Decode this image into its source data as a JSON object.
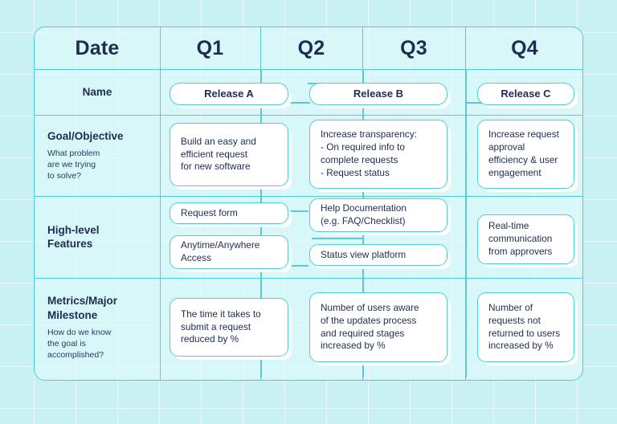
{
  "theme": {
    "bg": "#c9f1f4",
    "line": "#4ecdd4",
    "ink": "#1e2d4f",
    "card_bg": "#ffffff"
  },
  "header": {
    "label": "Date",
    "columns": [
      "Q1",
      "Q2",
      "Q3",
      "Q4"
    ]
  },
  "rows": [
    {
      "title": "Name",
      "subtitle": ""
    },
    {
      "title": "Goal/Objective",
      "subtitle": "What problem\nare we trying\nto solve?"
    },
    {
      "title": "High-level\nFeatures",
      "subtitle": ""
    },
    {
      "title": "Metrics/Major\nMilestone",
      "subtitle": "How do we know\nthe goal is\naccomplished?"
    }
  ],
  "releases": [
    {
      "label": "Release A",
      "span": "Q1"
    },
    {
      "label": "Release B",
      "span": "Q2-Q3"
    },
    {
      "label": "Release C",
      "span": "Q4"
    }
  ],
  "goals": [
    {
      "text": "Build an easy and\nefficient request\nfor new software",
      "span": "Q1"
    },
    {
      "text": "Increase transparency:\n- On required info to\ncomplete requests\n- Request status",
      "span": "Q2-Q3"
    },
    {
      "text": "Increase request\napproval\nefficiency & user\nengagement",
      "span": "Q4"
    }
  ],
  "features": [
    {
      "text": "Request form",
      "span": "Q1"
    },
    {
      "text": "Anytime/Anywhere\nAccess",
      "span": "Q1"
    },
    {
      "text": "Help Documentation\n(e.g. FAQ/Checklist)",
      "span": "Q2-Q3"
    },
    {
      "text": "Status view platform",
      "span": "Q2-Q3"
    },
    {
      "text": "Real-time\ncommunication\nfrom approvers",
      "span": "Q4"
    }
  ],
  "metrics": [
    {
      "text": "The time it takes to\nsubmit a request\nreduced by %",
      "span": "Q1"
    },
    {
      "text": "Number of users aware\nof the updates process\nand required stages\nincreased by %",
      "span": "Q2-Q3"
    },
    {
      "text": "Number of\nrequests not\nreturned to users\nincreased by %",
      "span": "Q4"
    }
  ]
}
